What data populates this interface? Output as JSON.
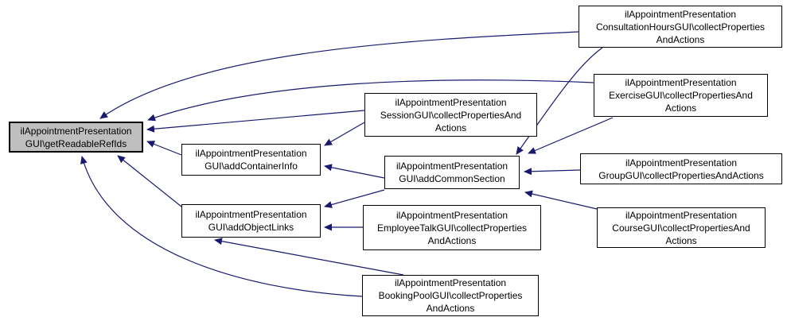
{
  "diagram": {
    "type": "doxygen-caller-graph",
    "highlight_node": "getReadableRefIds",
    "nodes": [
      {
        "id": "getReadableRefIds",
        "lines": [
          "ilAppointmentPresentation",
          "GUI\\getReadableRefIds"
        ],
        "highlighted": true
      },
      {
        "id": "addContainerInfo",
        "lines": [
          "ilAppointmentPresentation",
          "GUI\\addContainerInfo"
        ],
        "highlighted": false
      },
      {
        "id": "addObjectLinks",
        "lines": [
          "ilAppointmentPresentation",
          "GUI\\addObjectLinks"
        ],
        "highlighted": false
      },
      {
        "id": "session",
        "lines": [
          "ilAppointmentPresentation",
          "SessionGUI\\collectPropertiesAnd",
          "Actions"
        ],
        "highlighted": false
      },
      {
        "id": "commonSection",
        "lines": [
          "ilAppointmentPresentation",
          "GUI\\addCommonSection"
        ],
        "highlighted": false
      },
      {
        "id": "employeeTalk",
        "lines": [
          "ilAppointmentPresentation",
          "EmployeeTalkGUI\\collectProperties",
          "AndActions"
        ],
        "highlighted": false
      },
      {
        "id": "bookingPool",
        "lines": [
          "ilAppointmentPresentation",
          "BookingPoolGUI\\collectProperties",
          "AndActions"
        ],
        "highlighted": false
      },
      {
        "id": "consultationHours",
        "lines": [
          "ilAppointmentPresentation",
          "ConsultationHoursGUI\\collectProperties",
          "AndActions"
        ],
        "highlighted": false
      },
      {
        "id": "exercise",
        "lines": [
          "ilAppointmentPresentation",
          "ExerciseGUI\\collectPropertiesAnd",
          "Actions"
        ],
        "highlighted": false
      },
      {
        "id": "group",
        "lines": [
          "ilAppointmentPresentation",
          "GroupGUI\\collectPropertiesAndActions"
        ],
        "highlighted": false
      },
      {
        "id": "course",
        "lines": [
          "ilAppointmentPresentation",
          "CourseGUI\\collectPropertiesAnd",
          "Actions"
        ],
        "highlighted": false
      }
    ],
    "edges": [
      {
        "from": "consultationHours",
        "to": "getReadableRefIds"
      },
      {
        "from": "exercise",
        "to": "getReadableRefIds"
      },
      {
        "from": "session",
        "to": "getReadableRefIds"
      },
      {
        "from": "addContainerInfo",
        "to": "getReadableRefIds"
      },
      {
        "from": "addObjectLinks",
        "to": "getReadableRefIds"
      },
      {
        "from": "bookingPool",
        "to": "getReadableRefIds"
      },
      {
        "from": "session",
        "to": "addContainerInfo"
      },
      {
        "from": "commonSection",
        "to": "addContainerInfo"
      },
      {
        "from": "commonSection",
        "to": "addObjectLinks"
      },
      {
        "from": "employeeTalk",
        "to": "addObjectLinks"
      },
      {
        "from": "bookingPool",
        "to": "addObjectLinks"
      },
      {
        "from": "consultationHours",
        "to": "commonSection"
      },
      {
        "from": "exercise",
        "to": "commonSection"
      },
      {
        "from": "group",
        "to": "commonSection"
      },
      {
        "from": "course",
        "to": "commonSection"
      }
    ]
  },
  "colors": {
    "edge": "#191970",
    "node_border": "#000000",
    "node_fill": "#ffffff",
    "highlight_fill": "#bfbfbf",
    "text": "#000000",
    "background": "#ffffff"
  }
}
